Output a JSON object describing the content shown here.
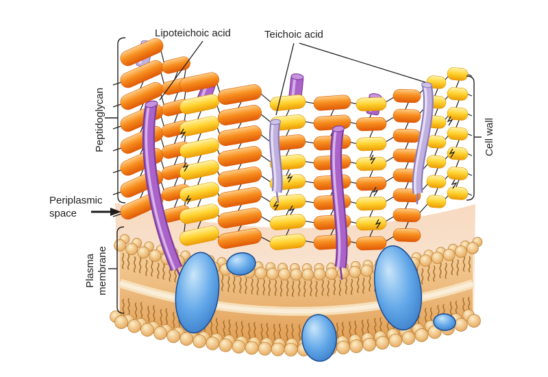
{
  "labels": {
    "lipoteichoic": "Lipoteichoic acid",
    "teichoic": "Teichoic acid",
    "peptidoglycan": "Peptidoglycan",
    "periplasmic_line1": "Periplasmic",
    "periplasmic_line2": "space",
    "plasma_line1": "Plasma",
    "plasma_line2": "membrane",
    "cell_wall": "Cell wall"
  },
  "colors": {
    "background": "#ffffff",
    "label_text": "#1e1e1e",
    "line": "#1c1c1c",
    "orange_hi": "#FFCE85",
    "orange_mid": "#F78E1E",
    "orange_dark": "#E05A06",
    "orange_edge": "#D65606",
    "yellow_hi": "#FFF3A8",
    "yellow_mid": "#FFD22E",
    "yellow_dark": "#EC9C05",
    "yellow_edge": "#DD9200",
    "purple_dark_edge": "#7C3D9E",
    "purple_dark_body": "#AB63C9",
    "purple_dark_hi": "#DCBCEC",
    "purple_dark_cap": "#C793DF",
    "purple_light_edge": "#8D7BBB",
    "purple_light_body": "#BFB0E0",
    "purple_light_hi": "#EAE4F6",
    "purple_light_cap": "#CDC2E8",
    "blue_hi": "#C9E6FA",
    "blue_mid": "#63A8E9",
    "blue_dark": "#2B6CBB",
    "blue_edge": "#1D4F96",
    "head_hi": "#FCEFCB",
    "head_mid": "#EEBE7E",
    "head_dark": "#D89848",
    "head_edge": "#B97E33",
    "tail": "#A8712B",
    "band_top": "#F6D2A0",
    "band_bottom": "#E09C52",
    "midline": "#F7E2BE",
    "midline_core": "#FAEEDA",
    "periplasm_top": "#F7D9BF",
    "periplasm_bottom": "#FBEFE3"
  }
}
